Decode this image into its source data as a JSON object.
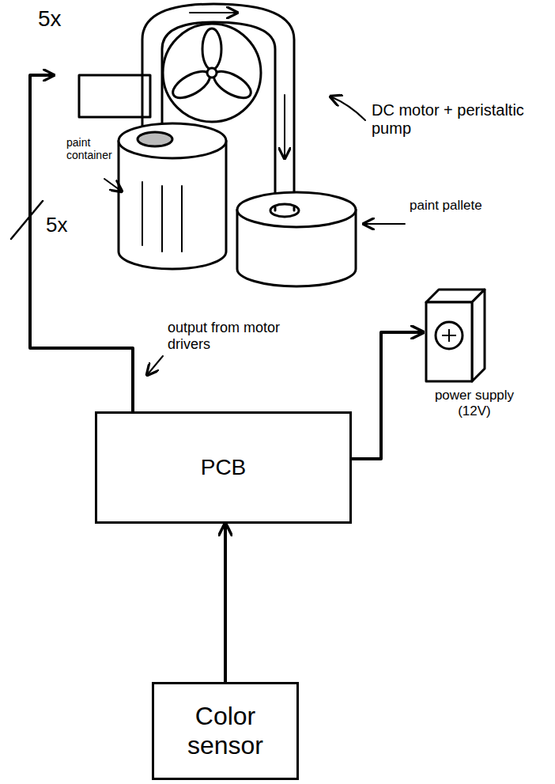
{
  "diagram": {
    "nodes": [
      {
        "text": [
          "power supply (12V)"
        ]
      },
      {
        "text": [
          "PCB"
        ]
      },
      {
        "text": [
          "Color sensor"
        ]
      }
    ],
    "edges": [
      {
        "from": 2,
        "to": 1,
        "arrow": "to"
      },
      {
        "from": 1,
        "to": 0,
        "arrow": "to"
      }
    ],
    "labels": [
      "5x",
      "5x",
      "DC motor + peristaltic pump",
      "paint container",
      "paint pallete",
      "output from motor drivers"
    ]
  }
}
